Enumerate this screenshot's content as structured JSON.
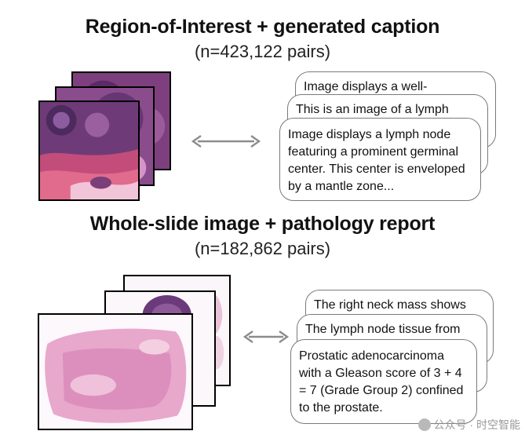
{
  "section1": {
    "title": "Region-of-Interest + generated caption",
    "subtitle": "(n=423,122 pairs)",
    "captions": [
      "Image displays a well-",
      "This is an image of a lymph",
      "Image displays a lymph node featuring a prominent germinal center. This center is enveloped by a mantle zone..."
    ]
  },
  "section2": {
    "title": "Whole-slide image + pathology report",
    "subtitle": "(n=182,862 pairs)",
    "reports": [
      "The right neck mass shows",
      "The lymph node tissue from",
      "Prostatic adenocarcinoma with a Gleason score of 3 + 4 = 7 (Grade Group 2) confined to the prostate."
    ]
  },
  "watermark": "公众号 · 时空智能",
  "colors": {
    "arrow": "#8c8c8c",
    "card_border": "#7a7a7a",
    "he_pink": "#e7a8cc",
    "he_purple": "#6a3a7a"
  }
}
